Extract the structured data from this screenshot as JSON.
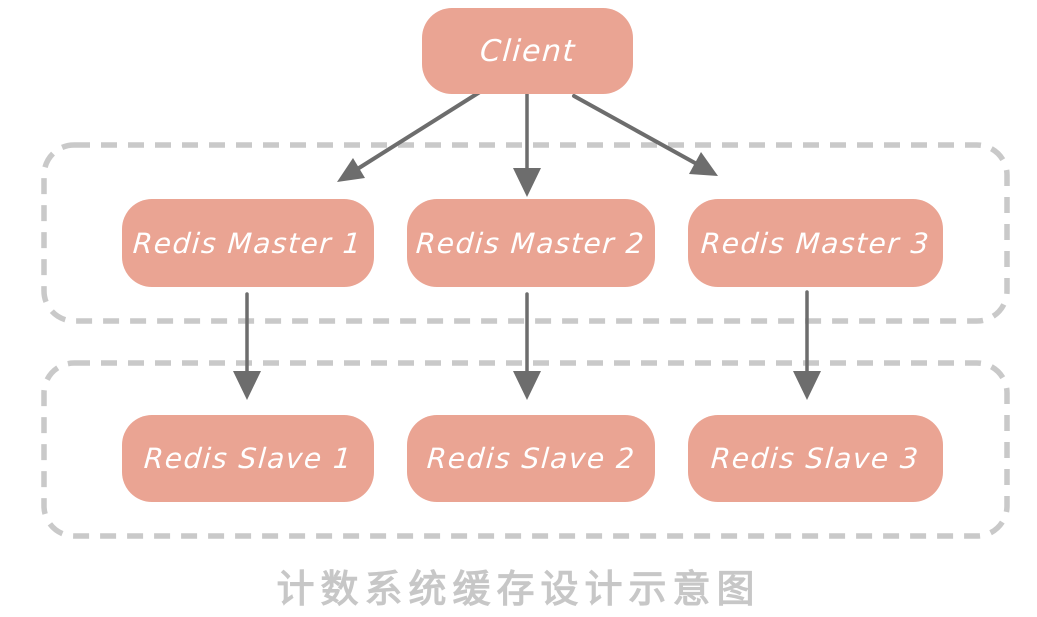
{
  "diagram": {
    "caption": "计数系统缓存设计示意图",
    "nodes": {
      "client": {
        "label": "Client"
      },
      "masters": [
        {
          "label": "Redis Master 1"
        },
        {
          "label": "Redis Master 2"
        },
        {
          "label": "Redis Master 3"
        }
      ],
      "slaves": [
        {
          "label": "Redis Slave 1"
        },
        {
          "label": "Redis Slave 2"
        },
        {
          "label": "Redis Slave 3"
        }
      ]
    },
    "groups": [
      {
        "name": "redis-masters-group",
        "style": "dashed-rounded-rect"
      },
      {
        "name": "redis-slaves-group",
        "style": "dashed-rounded-rect"
      }
    ],
    "edges": [
      {
        "from": "Client",
        "to": "Redis Master 1"
      },
      {
        "from": "Client",
        "to": "Redis Master 2"
      },
      {
        "from": "Client",
        "to": "Redis Master 3"
      },
      {
        "from": "Redis Master 1",
        "to": "Redis Slave 1"
      },
      {
        "from": "Redis Master 2",
        "to": "Redis Slave 2"
      },
      {
        "from": "Redis Master 3",
        "to": "Redis Slave 3"
      }
    ],
    "colors": {
      "node_fill": "#EAA493",
      "node_text": "#FFFFFF",
      "arrow": "#6D6D6D",
      "group_border": "#C9C9C9",
      "caption_text": "#C7C7C7",
      "background": "#FFFFFF"
    }
  }
}
